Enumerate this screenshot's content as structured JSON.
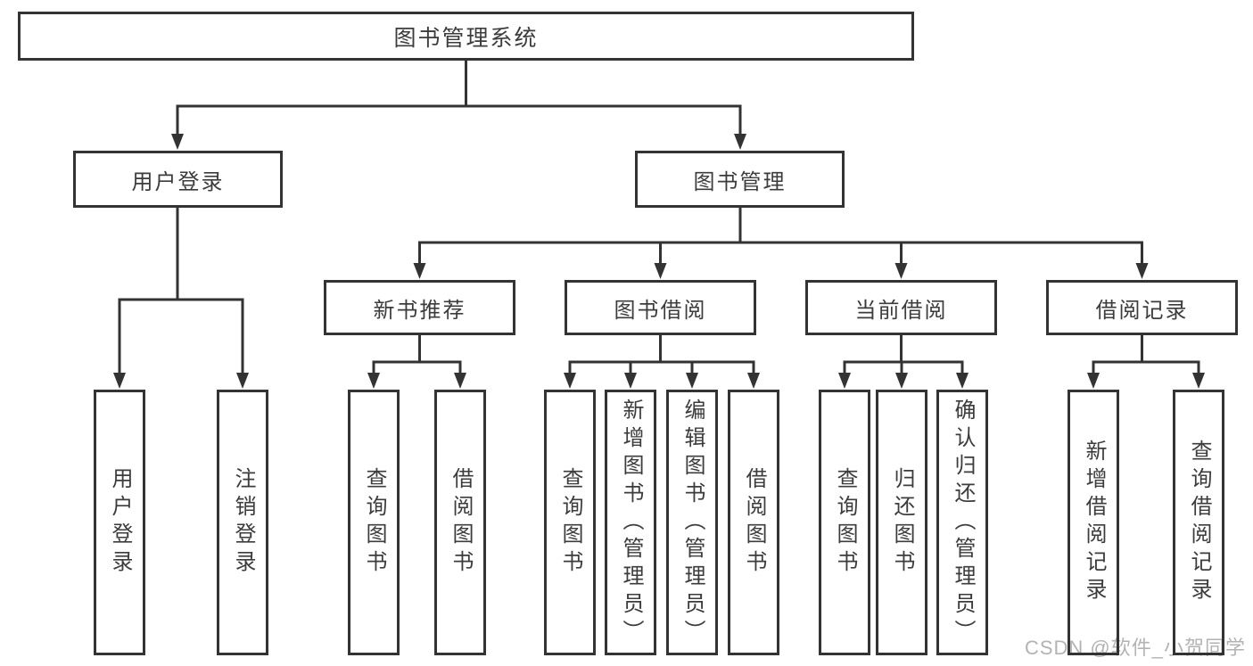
{
  "diagram": {
    "root": {
      "label": "图书管理系统",
      "children": [
        {
          "label": "用户登录",
          "children": [
            {
              "label": "用户登录"
            },
            {
              "label": "注销登录"
            }
          ]
        },
        {
          "label": "图书管理",
          "children": [
            {
              "label": "新书推荐",
              "children": [
                {
                  "label": "查询图书"
                },
                {
                  "label": "借阅图书"
                }
              ]
            },
            {
              "label": "图书借阅",
              "children": [
                {
                  "label": "查询图书"
                },
                {
                  "label": "新增图书（管理员）"
                },
                {
                  "label": "编辑图书（管理员）"
                },
                {
                  "label": "借阅图书"
                }
              ]
            },
            {
              "label": "当前借阅",
              "children": [
                {
                  "label": "查询图书"
                },
                {
                  "label": "归还图书"
                },
                {
                  "label": "确认归还（管理员）"
                }
              ]
            },
            {
              "label": "借阅记录",
              "children": [
                {
                  "label": "新增借阅记录"
                },
                {
                  "label": "查询借阅记录"
                }
              ]
            }
          ]
        }
      ]
    },
    "watermark": "CSDN @软件_小贺同学",
    "colors": {
      "line": "#333333",
      "text": "#3c3c3c",
      "watermark": "#b3b3b3",
      "background": "#ffffff"
    }
  }
}
